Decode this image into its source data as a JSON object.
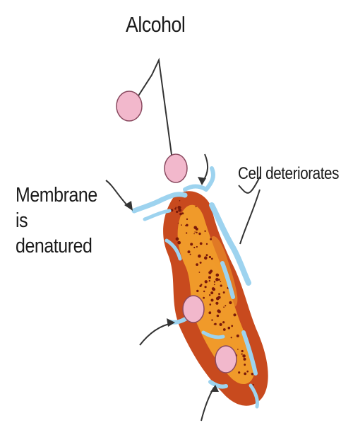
{
  "labels": {
    "alcohol": "Alcohol",
    "cell_deteriorates": "Cell deteriorates",
    "membrane_line1": "Membrane",
    "membrane_line2": "is",
    "membrane_line3": "denatured"
  },
  "colors": {
    "molecule_fill": "#f2b8cc",
    "molecule_stroke": "#8a4a60",
    "cell_outer": "#c84a1e",
    "cell_inner": "#f09a2a",
    "cell_speckle": "#7a1a0a",
    "membrane_blue": "#9dd3ef",
    "line": "#333333"
  }
}
